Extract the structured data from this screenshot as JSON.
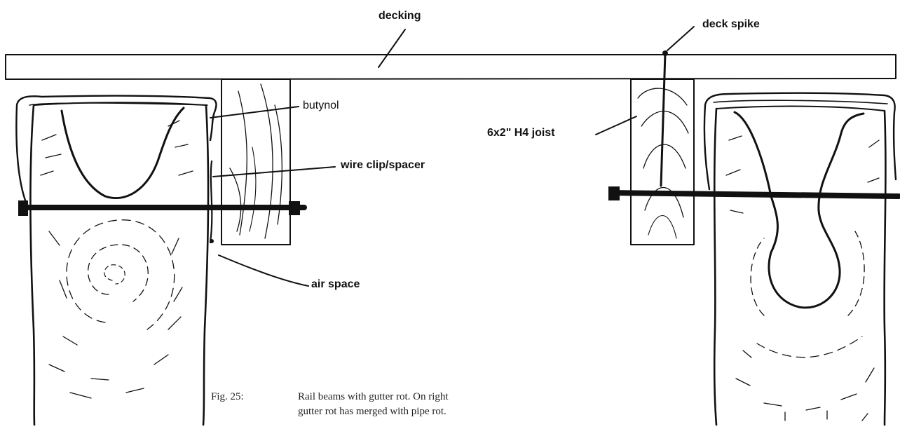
{
  "labels": {
    "decking": "decking",
    "deck_spike": "deck spike",
    "butynol": "butynol",
    "joist": "6x2\" H4 joist",
    "wire_clip": "wire clip/spacer",
    "air_space": "air space"
  },
  "caption": {
    "figure": "Fig. 25:",
    "line1": "Rail beams with gutter rot. On right",
    "line2": "gutter rot has merged with pipe rot."
  },
  "colors": {
    "ink": "#111111",
    "paper": "#ffffff"
  }
}
